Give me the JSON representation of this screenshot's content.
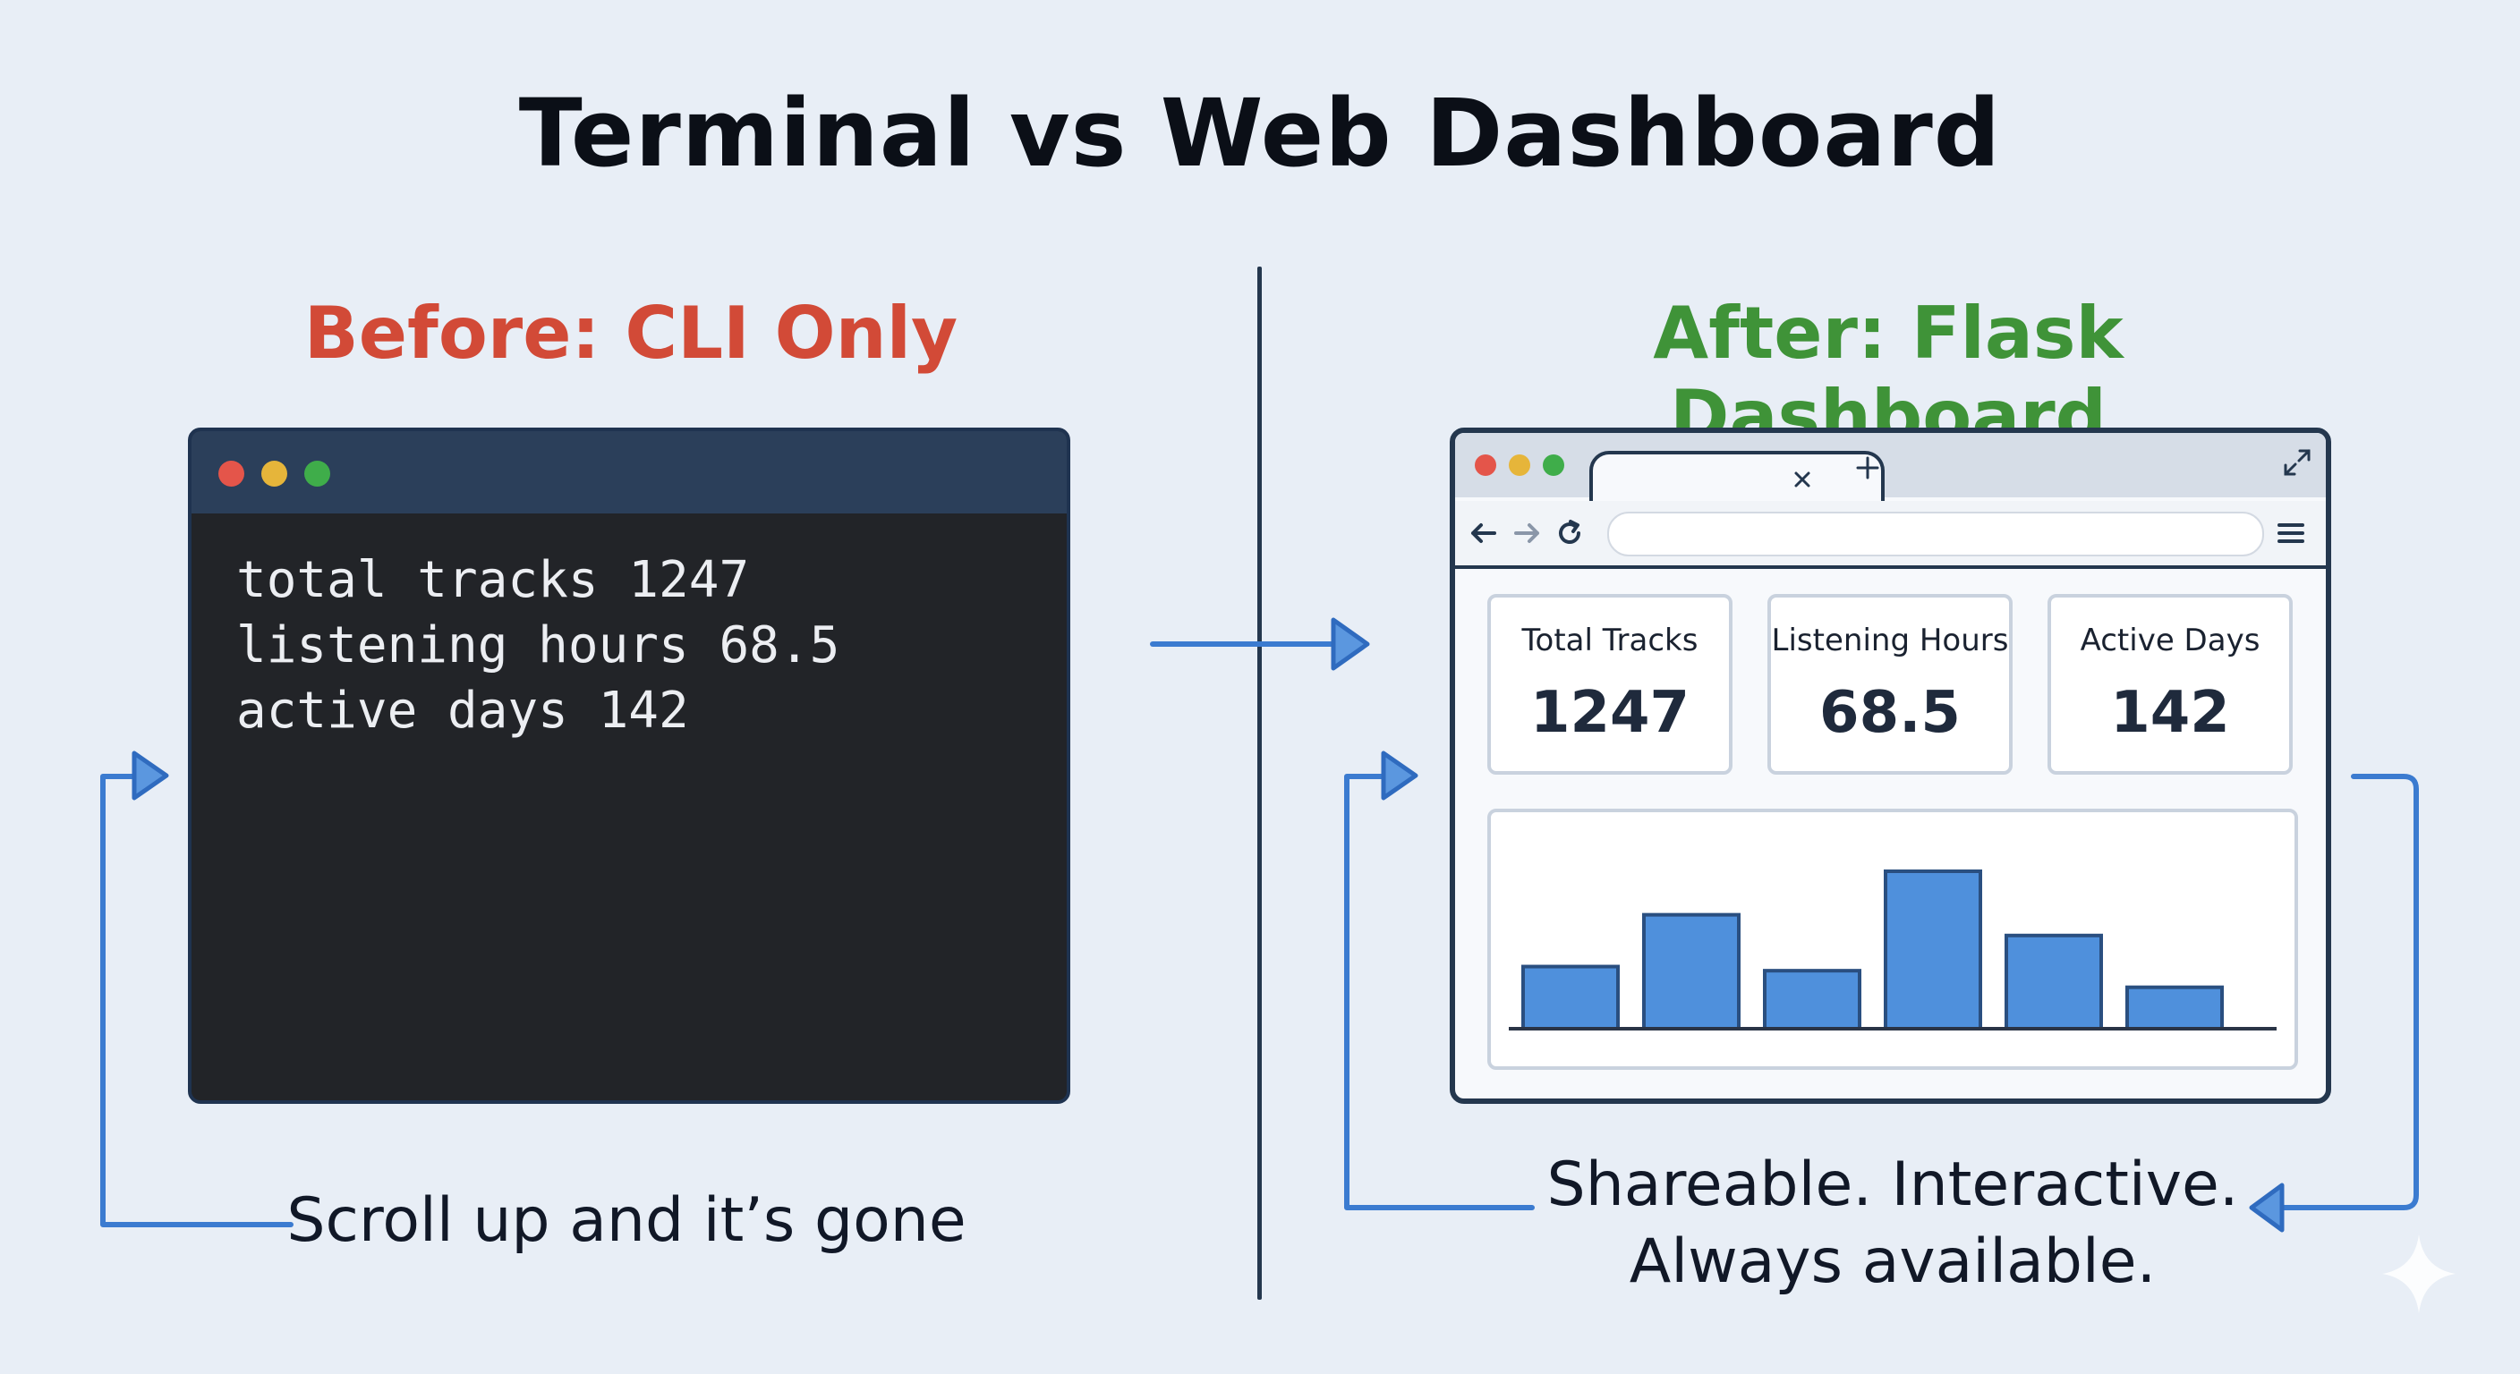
{
  "title": "Terminal vs Web Dashboard",
  "before": {
    "heading": "Before: CLI Only",
    "terminal_lines": [
      "total tracks 1247",
      "listening hours 68.5",
      "active days 142"
    ],
    "caption": "Scroll up and it’s gone"
  },
  "after": {
    "heading": "After: Flask Dashboard",
    "cards": [
      {
        "label": "Total Tracks",
        "value": "1247"
      },
      {
        "label": "Listening Hours",
        "value": "68.5"
      },
      {
        "label": "Active Days",
        "value": "142"
      }
    ],
    "caption_line1": "Shareable. Interactive.",
    "caption_line2": "Always available."
  },
  "chart_data": {
    "type": "bar",
    "values": [
      3,
      5.5,
      2.8,
      7.6,
      4.5,
      2
    ]
  },
  "colors": {
    "before_accent": "#d24a37",
    "after_accent": "#3f9338",
    "arrow": "#3b7bd0",
    "bar_fill": "#4f90dc",
    "window_dot_red": "#e4554a",
    "window_dot_yellow": "#e6b53a",
    "window_dot_green": "#3fad4a"
  },
  "icons": [
    "close-tab-icon",
    "new-tab-icon",
    "expand-icon",
    "back-icon",
    "forward-icon",
    "reload-icon",
    "menu-icon"
  ]
}
